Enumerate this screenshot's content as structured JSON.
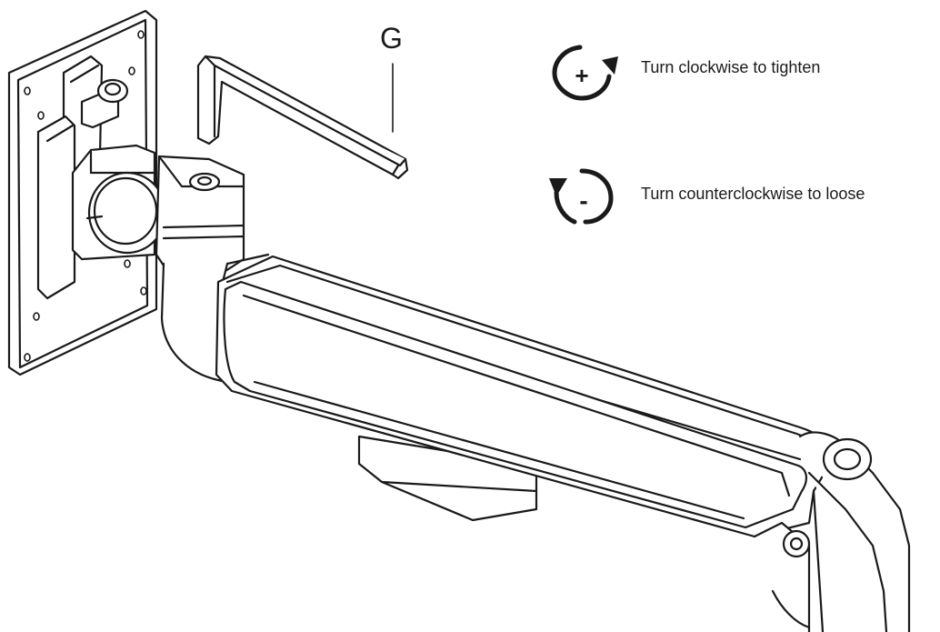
{
  "part_label": "G",
  "legend": {
    "tighten": {
      "symbol": "+",
      "text": "Turn clockwise to tighten",
      "icon": "clockwise-arrow-icon"
    },
    "loosen": {
      "symbol": "-",
      "text": "Turn counterclockwise to loose",
      "icon": "counterclockwise-arrow-icon"
    }
  },
  "colors": {
    "line": "#1a1a1a",
    "fill": "#ffffff"
  }
}
